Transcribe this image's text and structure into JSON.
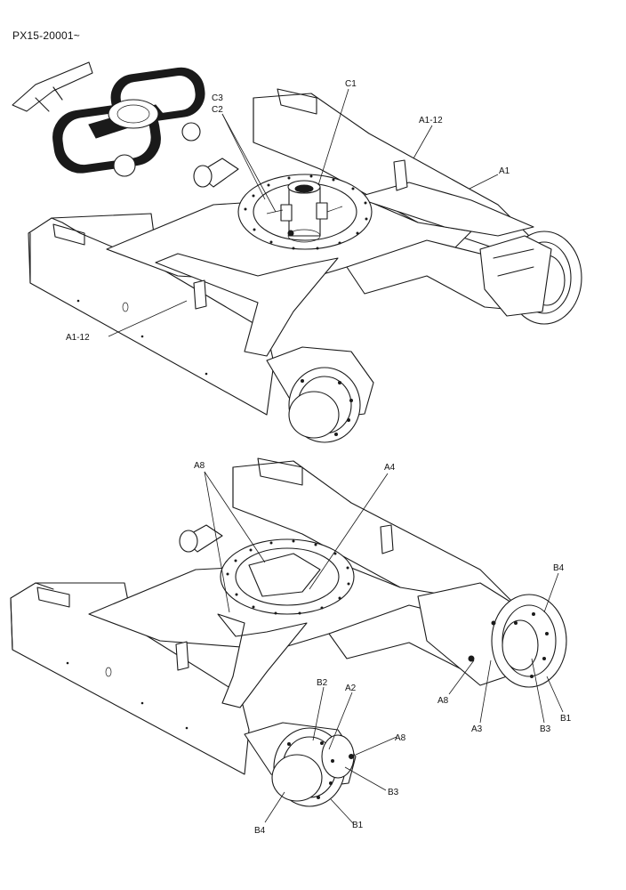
{
  "header": {
    "doc_code": "PX15-20001~"
  },
  "upper_figure": {
    "labels": {
      "c3": "C3",
      "c2": "C2",
      "c1": "C1",
      "a1_12_top": "A1-12",
      "a1": "A1",
      "a1_12_left": "A1-12"
    }
  },
  "lower_figure": {
    "labels": {
      "a8_top": "A8",
      "a4": "A4",
      "b4_right": "B4",
      "a8_left": "A8",
      "a3": "A3",
      "b3_right": "B3",
      "b1_right": "B1",
      "b2": "B2",
      "a2": "A2",
      "a8_bottom": "A8",
      "b3_bottom": "B3",
      "b4_bottom": "B4",
      "b1_bottom": "B1"
    }
  }
}
